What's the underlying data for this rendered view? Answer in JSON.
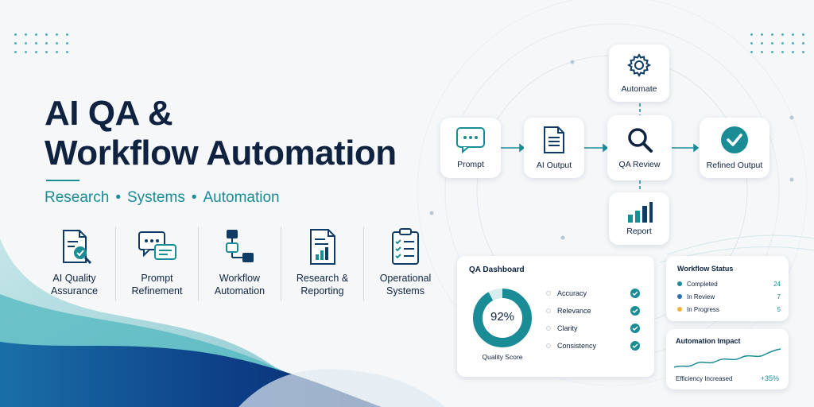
{
  "colors": {
    "teal": "#1a8c95",
    "navy": "#0f2340",
    "blue": "#2c6fb7",
    "amber": "#f0b43c"
  },
  "headline": {
    "line1": "AI QA &",
    "line2": "Workflow Automation"
  },
  "tagline": {
    "items": [
      "Research",
      "Systems",
      "Automation"
    ],
    "separator": "•"
  },
  "categories": [
    {
      "label": "AI Quality\nAssurance",
      "icon": "document-search-icon"
    },
    {
      "label": "Prompt\nRefinement",
      "icon": "chat-bubbles-icon"
    },
    {
      "label": "Workflow\nAutomation",
      "icon": "flowchart-icon"
    },
    {
      "label": "Research &\nReporting",
      "icon": "report-chart-icon"
    },
    {
      "label": "Operational\nSystems",
      "icon": "checklist-icon"
    }
  ],
  "flow": {
    "prompt": {
      "label": "Prompt",
      "icon": "chat-icon"
    },
    "ai_output": {
      "label": "AI Output",
      "icon": "document-icon"
    },
    "qa_review": {
      "label": "QA Review",
      "icon": "magnifier-icon"
    },
    "refined_output": {
      "label": "Refined Output",
      "icon": "check-circle-icon"
    },
    "automate": {
      "label": "Automate",
      "icon": "gear-icon"
    },
    "report": {
      "label": "Report",
      "icon": "bar-chart-icon"
    }
  },
  "qa_dashboard": {
    "title": "QA Dashboard",
    "score_value": "92%",
    "score_fraction": 0.92,
    "score_label": "Quality Score",
    "criteria": [
      {
        "label": "Accuracy",
        "checked": true
      },
      {
        "label": "Relevance",
        "checked": true
      },
      {
        "label": "Clarity",
        "checked": true
      },
      {
        "label": "Consistency",
        "checked": true
      }
    ]
  },
  "workflow_status": {
    "title": "Workflow Status",
    "rows": [
      {
        "label": "Completed",
        "value": "24",
        "color": "#1a8c95"
      },
      {
        "label": "In Review",
        "value": "7",
        "color": "#2c6fb7"
      },
      {
        "label": "In Progress",
        "value": "5",
        "color": "#f0b43c"
      }
    ]
  },
  "automation_impact": {
    "title": "Automation Impact",
    "metric_label": "Efficiency Increased",
    "metric_value": "+35%"
  }
}
